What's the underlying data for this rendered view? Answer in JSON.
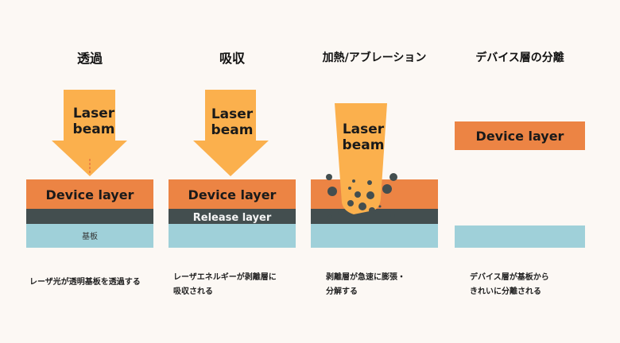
{
  "colors": {
    "laser": "#fbb04d",
    "device": "#ec8444",
    "release": "#434e4f",
    "substrate": "#9fd0d9",
    "background": "#fcf8f4"
  },
  "panels": [
    {
      "title": "透過",
      "beam_label_1": "Laser",
      "beam_label_2": "beam",
      "device_label": "Device layer",
      "substrate_label": "基板",
      "caption_1": "レーザ光が透明基板を透過する"
    },
    {
      "title": "吸収",
      "beam_label_1": "Laser",
      "beam_label_2": "beam",
      "device_label": "Device layer",
      "release_label": "Release layer",
      "caption_1": "レーザエネルギーが剥離層に",
      "caption_2": "吸収される"
    },
    {
      "title": "加熱/アブレーション",
      "beam_label_1": "Laser",
      "beam_label_2": "beam",
      "caption_1": "剥離層が急速に膨張・",
      "caption_2": "分解する"
    },
    {
      "title": "デバイス層の分離",
      "device_label": "Device layer",
      "caption_1": "デバイス層が基板から",
      "caption_2": "きれいに分離される"
    }
  ]
}
